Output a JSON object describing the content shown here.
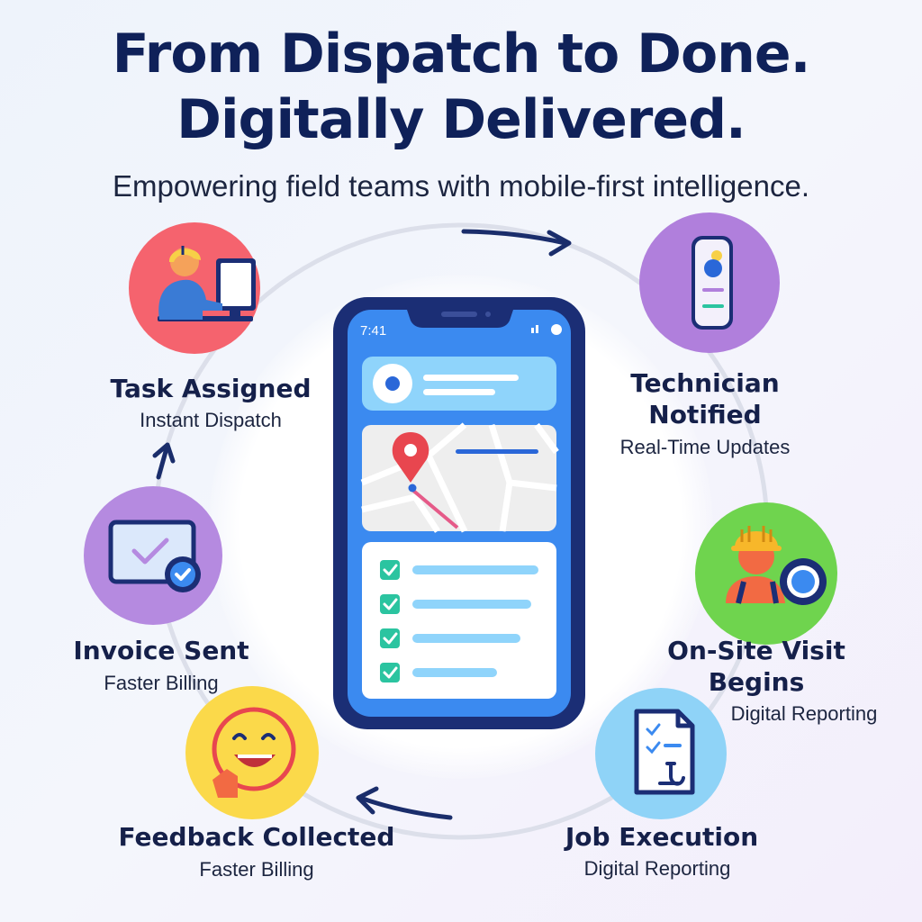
{
  "header": {
    "title_line1": "From Dispatch to Done.",
    "title_line2": "Digitally Delivered.",
    "subtitle": "Empowering field teams with mobile-first intelligence."
  },
  "phone": {
    "time": "7:41"
  },
  "stages": {
    "task_assigned": {
      "label": "Task Assigned",
      "sub": "Instant Dispatch",
      "color": "#f5636e"
    },
    "technician_notified": {
      "label_line1": "Technician",
      "label_line2": "Notified",
      "sub": "Real-Time Updates",
      "color": "#b07fdc"
    },
    "on_site_visit": {
      "label_line1": "On-Site Visit",
      "label_line2": "Begins",
      "sub": "Digital Reporting",
      "color": "#6fd44e"
    },
    "job_execution": {
      "label": "Job Execution",
      "sub": "Digital Reporting",
      "color": "#8fd3f7"
    },
    "feedback_collected": {
      "label": "Feedback Collected",
      "sub": "Faster Billing",
      "color": "#fbd94a"
    },
    "invoice_sent": {
      "label": "Invoice Sent",
      "sub": "Faster Billing",
      "color": "#b58ae0"
    }
  },
  "colors": {
    "navy": "#0f2159",
    "phone_blue": "#3b8af0",
    "check_green": "#2bc4a0"
  }
}
